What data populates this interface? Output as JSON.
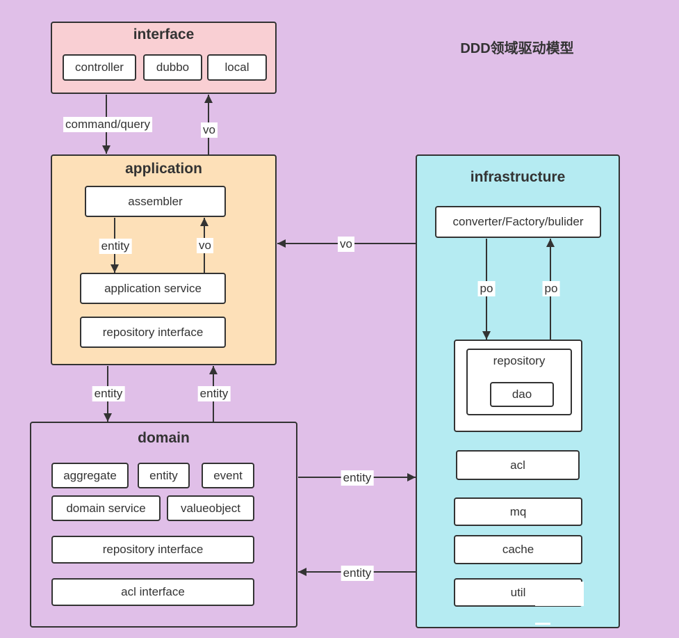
{
  "title": "DDD领域驱动模型",
  "colors": {
    "background": "#e0bfe8",
    "interface": "#f9cfd3",
    "application": "#fde0b8",
    "domain": "#e0bfe8",
    "infrastructure": "#b5ebf2",
    "box": "#ffffff",
    "border": "#333333"
  },
  "interface": {
    "title": "interface",
    "items": [
      "controller",
      "dubbo",
      "local"
    ]
  },
  "application": {
    "title": "application",
    "assembler": "assembler",
    "service": "application service",
    "repository_interface": "repository interface"
  },
  "domain": {
    "title": "domain",
    "items": [
      "aggregate",
      "entity",
      "event",
      "domain service",
      "valueobject",
      "repository interface",
      "acl interface"
    ]
  },
  "infrastructure": {
    "title": "infrastructure",
    "converter": "converter/Factory/bulider",
    "repository": {
      "label": "repository",
      "dao": "dao"
    },
    "items": [
      "acl",
      "mq",
      "cache",
      "util"
    ]
  },
  "flows": {
    "interface_to_application": "command/query",
    "application_to_interface": "vo",
    "assembler_to_service": "entity",
    "service_to_assembler": "vo",
    "application_to_domain": "entity",
    "domain_to_application": "entity",
    "infrastructure_to_application": "vo",
    "domain_to_infrastructure": "entity",
    "infrastructure_to_domain": "entity",
    "converter_to_repository": "po",
    "repository_to_converter": "po"
  }
}
